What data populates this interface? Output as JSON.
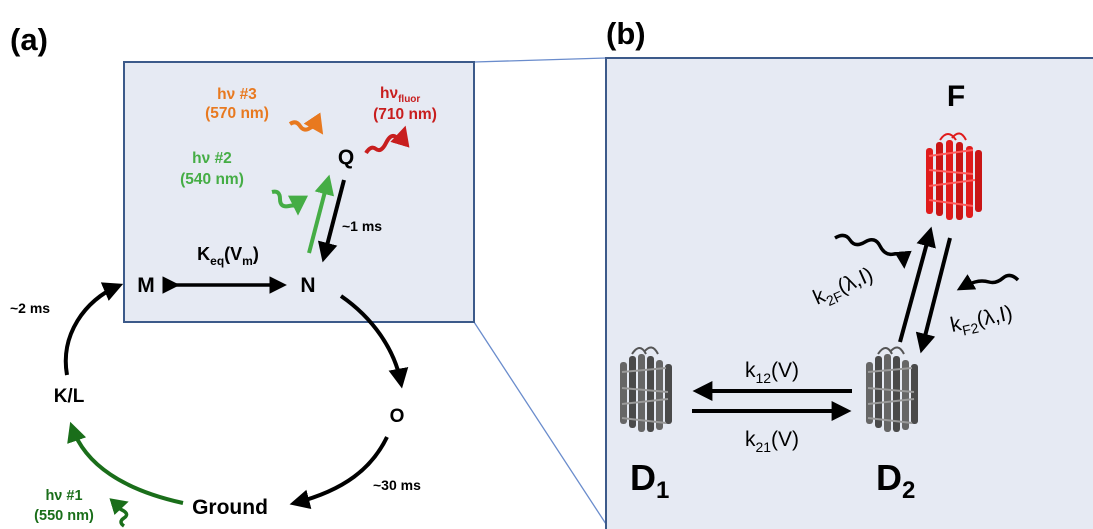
{
  "panel_a": {
    "label": "(a)",
    "states": {
      "ground": "Ground",
      "kl": "K/L",
      "m": "M",
      "n": "N",
      "o": "O",
      "q": "Q"
    },
    "times": {
      "two_ms": "~2 ms",
      "thirty_ms": "~30 ms",
      "one_ms": "~1 ms"
    },
    "keq": {
      "base": "K",
      "sub1": "eq",
      "mid": "(V",
      "sub2": "m",
      "end": ")"
    },
    "photons": {
      "hv1": {
        "label": "hν #1",
        "wavelength": "(550 nm)"
      },
      "hv2": {
        "label": "hν #2",
        "wavelength": "(540 nm)"
      },
      "hv3": {
        "label": "hν #3",
        "wavelength": "(570 nm)"
      },
      "fluor": {
        "base": "hν",
        "sub": "fluor",
        "wavelength": "(710 nm)"
      }
    }
  },
  "panel_b": {
    "label": "(b)",
    "states": {
      "f": "F",
      "d1": {
        "base": "D",
        "sub": "1"
      },
      "d2": {
        "base": "D",
        "sub": "2"
      }
    },
    "rates": {
      "k12": {
        "base": "k",
        "sub": "12",
        "arg": "(V)"
      },
      "k21": {
        "base": "k",
        "sub": "21",
        "arg": "(V)"
      },
      "k2f": {
        "base": "k",
        "sub": "2F",
        "arg": "(λ,I)"
      },
      "kf2": {
        "base": "k",
        "sub": "F2",
        "arg": "(λ,I)"
      }
    }
  },
  "colors": {
    "box_fill": "#e6eaf3",
    "box_border": "#3c5a8a",
    "zoom_line": "#6a8ccc",
    "green_dark": "#1a6e1a",
    "green_light": "#45ad45",
    "orange": "#e8791f",
    "red": "#c81e1e",
    "black": "#000000",
    "protein_gray": "#555555",
    "protein_red": "#e01b1b"
  }
}
